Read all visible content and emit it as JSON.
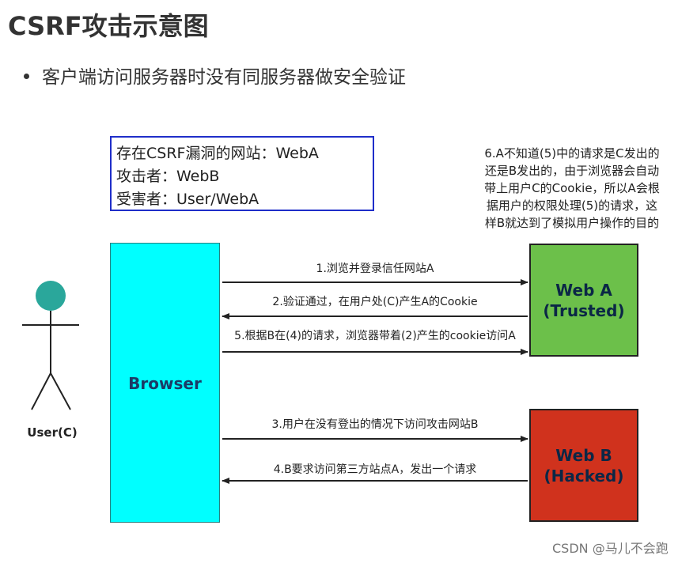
{
  "title": "CSRF攻击示意图",
  "bullet": "客户端访问服务器时没有同服务器做安全验证",
  "info_box": {
    "line1": "存在CSRF漏洞的网站：WebA",
    "line2": "攻击者：WebB",
    "line3": "受害者：User/WebA"
  },
  "note": {
    "line1": "6.A不知道(5)中的请求是C发出的",
    "line2": "还是B发出的，由于浏览器会自动",
    "line3": "带上用户C的Cookie，所以A会根",
    "line4": "据用户的权限处理(5)的请求，这",
    "line5": "样B就达到了模拟用户操作的目的"
  },
  "browser": {
    "label": "Browser"
  },
  "web_a": {
    "line1": "Web A",
    "line2": "(Trusted)"
  },
  "web_b": {
    "line1": "Web B",
    "line2": "(Hacked)"
  },
  "user": {
    "label": "User(C)"
  },
  "arrows": {
    "step1": "1.浏览并登录信任网站A",
    "step2": "2.验证通过，在用户处(C)产生A的Cookie",
    "step5": "5.根据B在(4)的请求，浏览器带着(2)产生的cookie访问A",
    "step3": "3.用户在没有登出的情况下访问攻击网站B",
    "step4": "4.B要求访问第三方站点A，发出一个请求"
  },
  "watermark": "CSDN @马儿不会跑",
  "colors": {
    "browser": "#00ffff",
    "web_a": "#6cc04a",
    "web_b": "#d0321d",
    "user_head": "#2aa79b",
    "info_border": "#1f2ec9"
  }
}
